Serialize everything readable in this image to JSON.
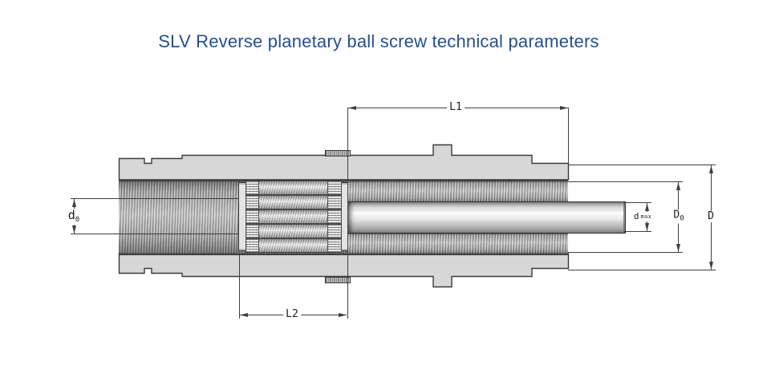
{
  "title": {
    "text": "SLV Reverse planetary ball screw technical parameters"
  },
  "colors": {
    "title": "#234f94",
    "outline": "#3b3b3b",
    "housing": "#d7d7d7",
    "dimline": "#3f3f3f",
    "label": "#1e1e1e",
    "background": "#ffffff"
  },
  "drawing": {
    "dimension_labels": {
      "l1": "L1",
      "l2": "L2",
      "d0": {
        "base": "d",
        "sub": "0"
      },
      "d_max": {
        "base": "d",
        "small": "max"
      },
      "D0": {
        "base": "D",
        "sub": "0"
      },
      "D": "D"
    }
  }
}
